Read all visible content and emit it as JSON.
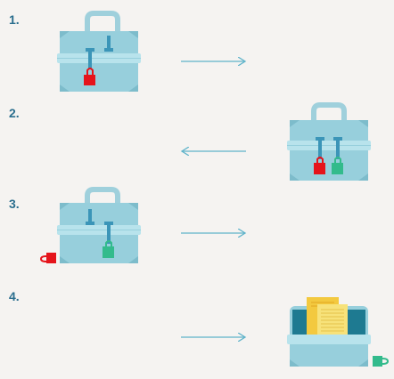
{
  "steps": [
    {
      "number": "1.",
      "arrow": "right",
      "box_locks": [
        "red"
      ],
      "loose_lock": null
    },
    {
      "number": "2.",
      "arrow": "left",
      "box_locks": [
        "red",
        "green"
      ],
      "loose_lock": null
    },
    {
      "number": "3.",
      "arrow": "right",
      "box_locks": [
        "green"
      ],
      "loose_lock": "red"
    },
    {
      "number": "4.",
      "arrow": "right",
      "box_locks": [],
      "loose_lock": "green"
    }
  ],
  "colors": {
    "background": "#f5f3f1",
    "box": "#97cfdc",
    "box_dark": "#7dbccb",
    "strap": "#b8e3ec",
    "handle": "#9fd0dc",
    "zipper": "#3b95b8",
    "lock_red": "#e5141b",
    "lock_green": "#33bb8c",
    "arrow": "#5fb3ca",
    "label": "#2a6e8e",
    "inner_dark": "#1e7a91",
    "paper": "#f3c93f",
    "paper_light": "#f7e27a"
  }
}
